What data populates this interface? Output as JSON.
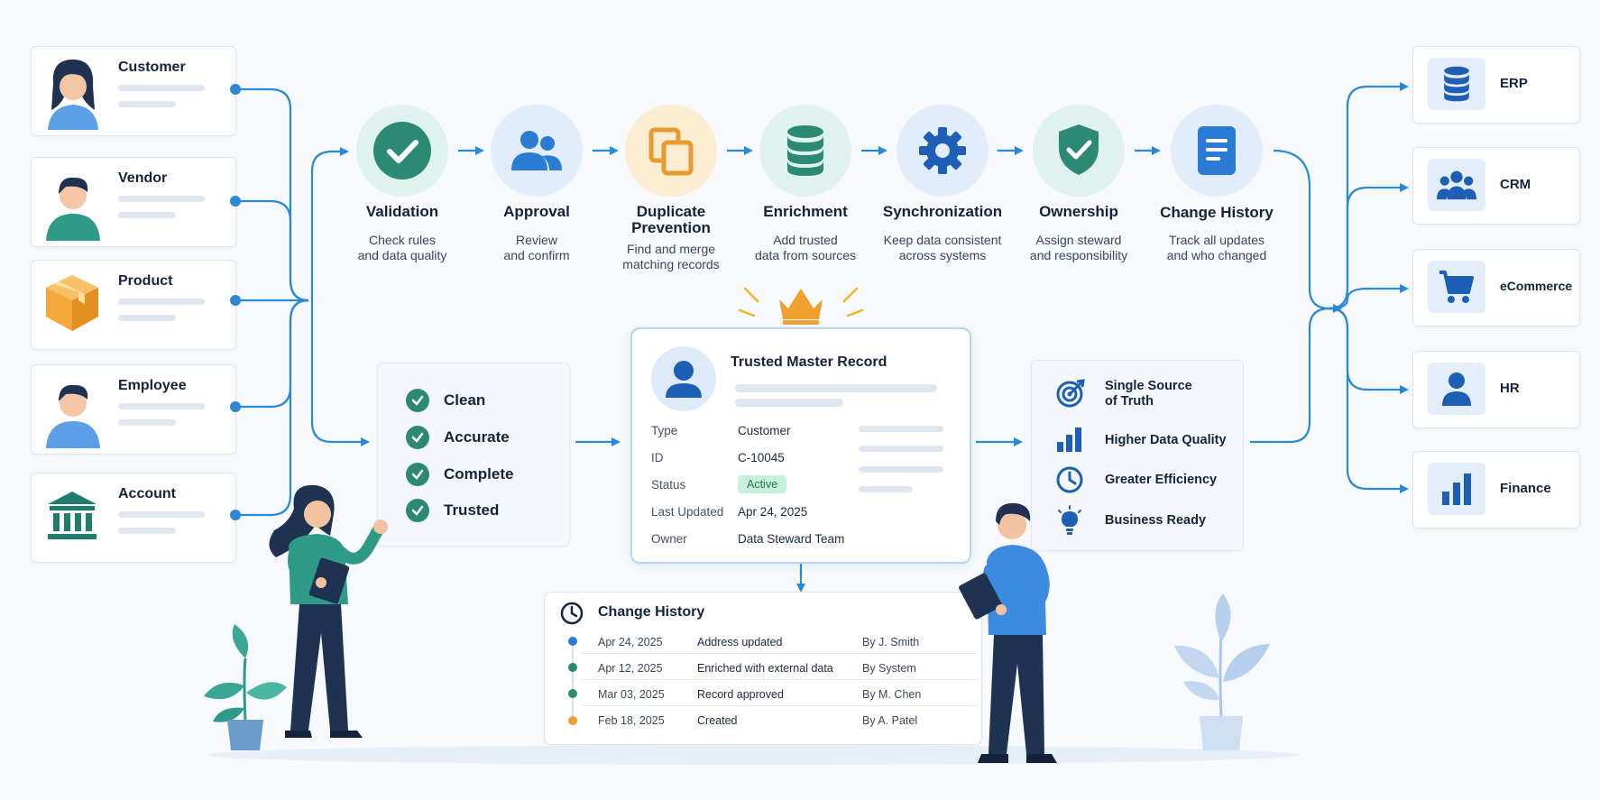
{
  "sources": [
    {
      "label": "Customer",
      "icon": "woman-avatar-icon"
    },
    {
      "label": "Vendor",
      "icon": "man-avatar-icon"
    },
    {
      "label": "Product",
      "icon": "box-icon"
    },
    {
      "label": "Employee",
      "icon": "man-avatar-icon"
    },
    {
      "label": "Account",
      "icon": "bank-icon"
    }
  ],
  "steps": [
    {
      "title": "Validation",
      "desc": "Check rules\nand data quality",
      "icon": "check-icon",
      "color": "#2c8a74",
      "bg": "#e0f2ee"
    },
    {
      "title": "Approval",
      "desc": "Review\nand confirm",
      "icon": "users-icon",
      "color": "#2a7bd4",
      "bg": "#e1edfa"
    },
    {
      "title": "Duplicate\nPrevention",
      "desc": "Find and merge\nmatching records",
      "icon": "copy-icon",
      "color": "#e89a2c",
      "bg": "#fcecd2"
    },
    {
      "title": "Enrichment",
      "desc": "Add trusted\ndata from sources",
      "icon": "database-icon",
      "color": "#2c8a74",
      "bg": "#e0f2ee"
    },
    {
      "title": "Synchronization",
      "desc": "Keep data consistent\nacross systems",
      "icon": "gear-icon",
      "color": "#1d5fb4",
      "bg": "#e1edfa"
    },
    {
      "title": "Ownership",
      "desc": "Assign steward\nand responsibility",
      "icon": "shield-icon",
      "color": "#2c8a74",
      "bg": "#e0f2ee"
    },
    {
      "title": "Change History",
      "desc": "Track all updates\nand who changed",
      "icon": "document-icon",
      "color": "#2a7bd4",
      "bg": "#e1edfa"
    }
  ],
  "quality": [
    "Clean",
    "Accurate",
    "Complete",
    "Trusted"
  ],
  "master_record": {
    "title": "Trusted Master Record",
    "fields": [
      {
        "label": "Type",
        "value": "Customer"
      },
      {
        "label": "ID",
        "value": "C-10045"
      },
      {
        "label": "Status",
        "value": "Active"
      },
      {
        "label": "Last Updated",
        "value": "Apr 24, 2025"
      },
      {
        "label": "Owner",
        "value": "Data Steward Team"
      }
    ],
    "status_color": "#c8f0dc"
  },
  "benefits": [
    {
      "label": "Single Source\nof Truth",
      "icon": "target-icon"
    },
    {
      "label": "Higher Data Quality",
      "icon": "bar-chart-icon"
    },
    {
      "label": "Greater Efficiency",
      "icon": "clock-icon"
    },
    {
      "label": "Business Ready",
      "icon": "lightbulb-icon"
    }
  ],
  "targets": [
    {
      "label": "ERP",
      "icon": "database-icon"
    },
    {
      "label": "CRM",
      "icon": "users-icon"
    },
    {
      "label": "eCommerce",
      "icon": "cart-icon"
    },
    {
      "label": "HR",
      "icon": "person-icon"
    },
    {
      "label": "Finance",
      "icon": "bar-chart-icon"
    }
  ],
  "change_history": {
    "title": "Change History",
    "rows": [
      {
        "date": "Apr 24, 2025",
        "event": "Address updated",
        "by": "By J. Smith",
        "color": "#2a7bd4"
      },
      {
        "date": "Apr 12, 2025",
        "event": "Enriched with external data",
        "by": "By System",
        "color": "#2c8a74"
      },
      {
        "date": "Mar 03, 2025",
        "event": "Record approved",
        "by": "By M. Chen",
        "color": "#2c8a74"
      },
      {
        "date": "Feb 18, 2025",
        "event": "Created",
        "by": "By A. Patel",
        "color": "#f0a02e"
      }
    ]
  },
  "colors": {
    "accent": "#2b8ad6",
    "teal": "#2c8a74",
    "gold": "#f0a02e"
  }
}
